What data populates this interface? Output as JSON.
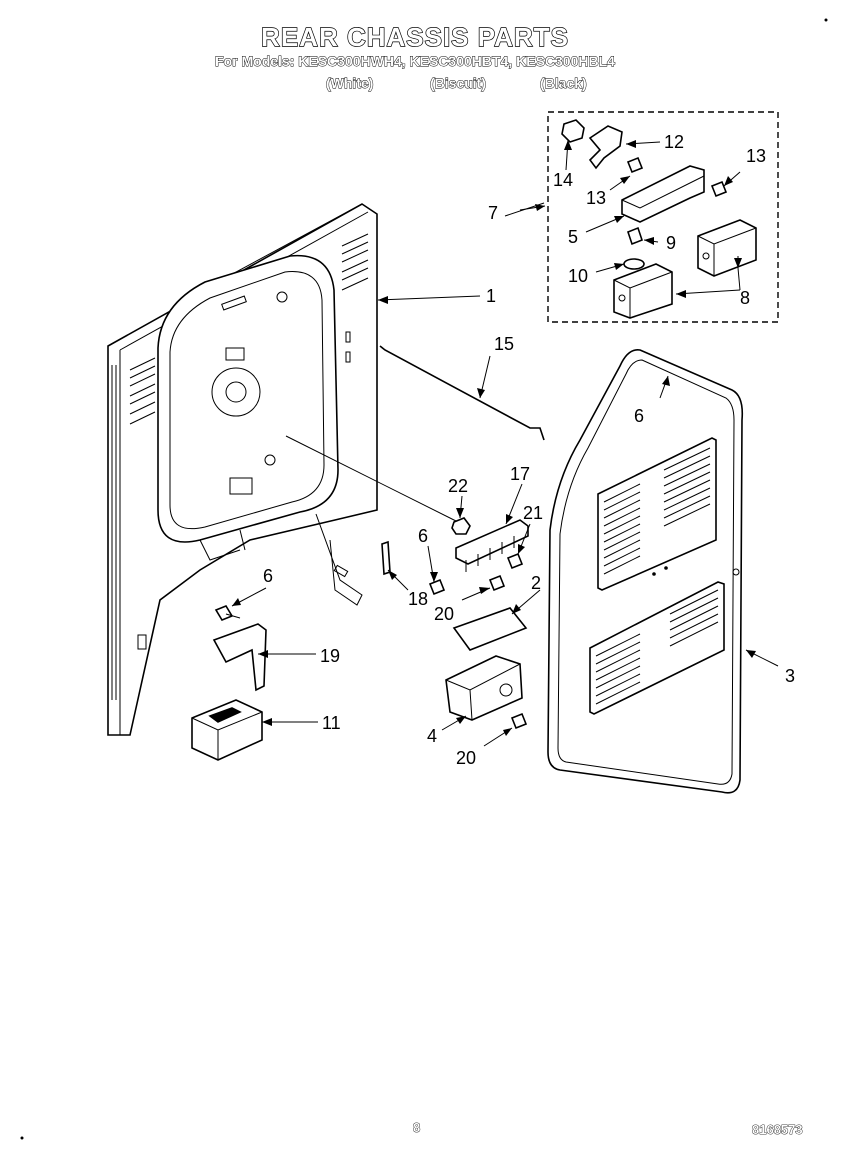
{
  "header": {
    "title": "REAR CHASSIS PARTS",
    "models": "For Models: KESC300HWH4, KESC300HBT4, KESC300HBL4",
    "color_white": "(White)",
    "color_biscuit": "(Biscuit)",
    "color_black": "(Black)"
  },
  "callouts": {
    "c1": "1",
    "c2": "2",
    "c3": "3",
    "c4": "4",
    "c5": "5",
    "c6a": "6",
    "c6b": "6",
    "c6c": "6",
    "c7": "7",
    "c8": "8",
    "c9": "9",
    "c10": "10",
    "c11": "11",
    "c12": "12",
    "c13a": "13",
    "c13b": "13",
    "c14": "14",
    "c15": "15",
    "c17": "17",
    "c18": "18",
    "c19": "19",
    "c20a": "20",
    "c20b": "20",
    "c21": "21",
    "c22": "22"
  },
  "footer": {
    "page_number": "8",
    "part_number": "8168573"
  }
}
